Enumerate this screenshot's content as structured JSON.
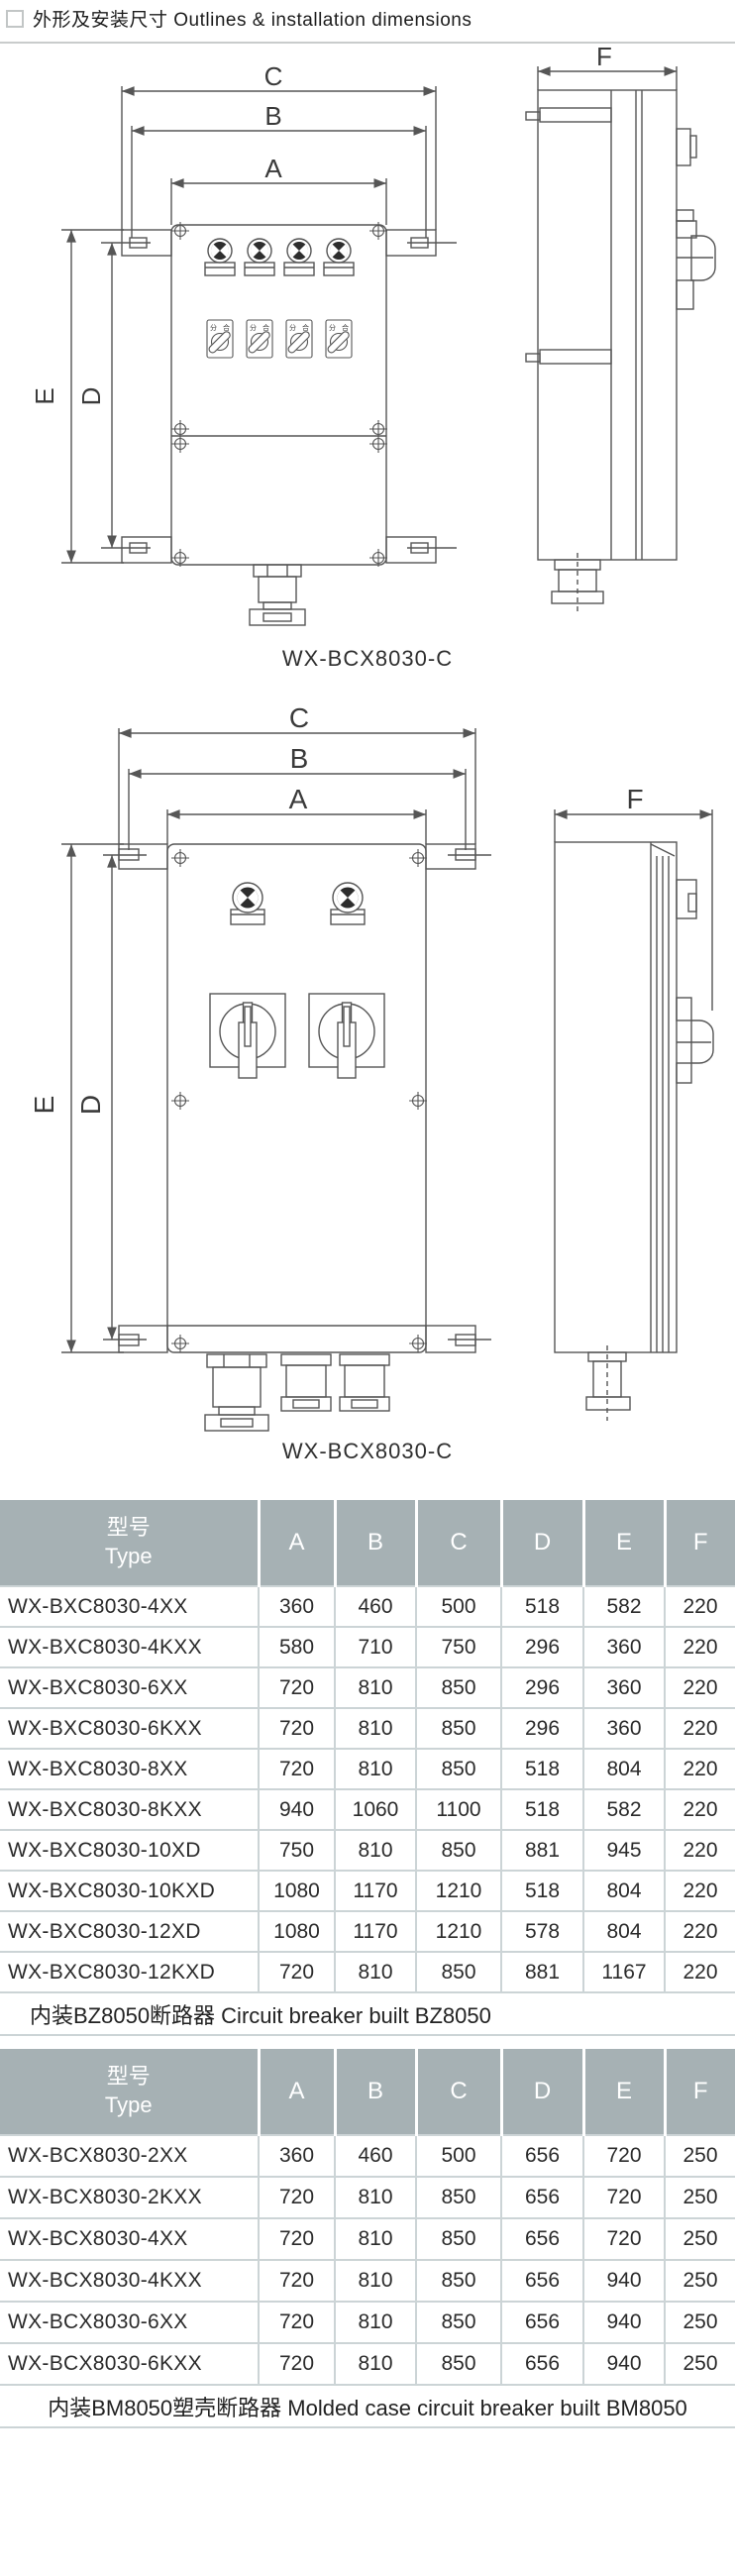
{
  "title": {
    "text": "外形及安装尺寸 Outlines & installation dimensions"
  },
  "drawings": [
    {
      "label": "WX-BCX8030-C",
      "dims": {
        "A": "A",
        "B": "B",
        "C": "C",
        "D": "D",
        "E": "E",
        "F": "F"
      },
      "switch_labels": {
        "open": "分",
        "close": "合"
      }
    },
    {
      "label": "WX-BCX8030-C",
      "dims": {
        "A": "A",
        "B": "B",
        "C": "C",
        "D": "D",
        "E": "E",
        "F": "F"
      }
    }
  ],
  "tables": [
    {
      "header": {
        "type_cn": "型号",
        "type_en": "Type",
        "cols": [
          "A",
          "B",
          "C",
          "D",
          "E",
          "F"
        ]
      },
      "rows": [
        [
          "WX-BXC8030-4XX",
          "360",
          "460",
          "500",
          "518",
          "582",
          "220"
        ],
        [
          "WX-BXC8030-4KXX",
          "580",
          "710",
          "750",
          "296",
          "360",
          "220"
        ],
        [
          "WX-BXC8030-6XX",
          "720",
          "810",
          "850",
          "296",
          "360",
          "220"
        ],
        [
          "WX-BXC8030-6KXX",
          "720",
          "810",
          "850",
          "296",
          "360",
          "220"
        ],
        [
          "WX-BXC8030-8XX",
          "720",
          "810",
          "850",
          "518",
          "804",
          "220"
        ],
        [
          "WX-BXC8030-8KXX",
          "940",
          "1060",
          "1100",
          "518",
          "582",
          "220"
        ],
        [
          "WX-BXC8030-10XD",
          "750",
          "810",
          "850",
          "881",
          "945",
          "220"
        ],
        [
          "WX-BXC8030-10KXD",
          "1080",
          "1170",
          "1210",
          "518",
          "804",
          "220"
        ],
        [
          "WX-BXC8030-12XD",
          "1080",
          "1170",
          "1210",
          "578",
          "804",
          "220"
        ],
        [
          "WX-BXC8030-12KXD",
          "720",
          "810",
          "850",
          "881",
          "1167",
          "220"
        ]
      ],
      "footer": "内装BZ8050断路器  Circuit breaker built BZ8050"
    },
    {
      "header": {
        "type_cn": "型号",
        "type_en": "Type",
        "cols": [
          "A",
          "B",
          "C",
          "D",
          "E",
          "F"
        ]
      },
      "rows": [
        [
          "WX-BCX8030-2XX",
          "360",
          "460",
          "500",
          "656",
          "720",
          "250"
        ],
        [
          "WX-BCX8030-2KXX",
          "720",
          "810",
          "850",
          "656",
          "720",
          "250"
        ],
        [
          "WX-BCX8030-4XX",
          "720",
          "810",
          "850",
          "656",
          "720",
          "250"
        ],
        [
          "WX-BCX8030-4KXX",
          "720",
          "810",
          "850",
          "656",
          "940",
          "250"
        ],
        [
          "WX-BCX8030-6XX",
          "720",
          "810",
          "850",
          "656",
          "940",
          "250"
        ],
        [
          "WX-BCX8030-6KXX",
          "720",
          "810",
          "850",
          "656",
          "940",
          "250"
        ]
      ],
      "footer": "内装BM8050塑壳断路器  Molded case circuit breaker built BM8050"
    }
  ],
  "colors": {
    "table_header_bg": "#a6b1b4",
    "table_border": "#ccd4d6",
    "line": "#565656",
    "text": "#2b2b2b"
  }
}
